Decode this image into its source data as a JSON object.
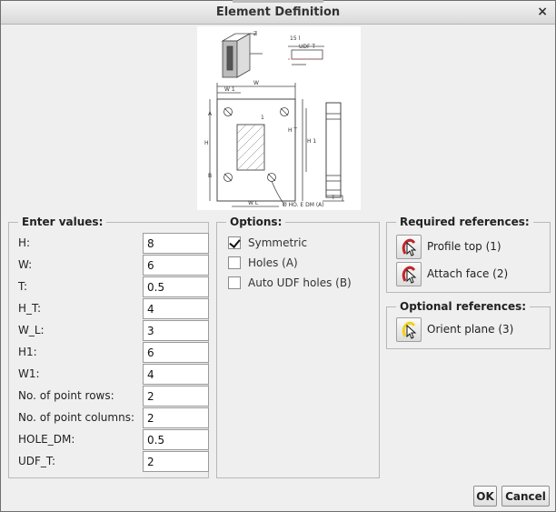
{
  "window": {
    "title": "Element Definition",
    "close_glyph": "×"
  },
  "enter_values": {
    "label": "Enter values:",
    "fields": [
      {
        "label": "H:",
        "value": "8"
      },
      {
        "label": "W:",
        "value": "6"
      },
      {
        "label": "T:",
        "value": "0.5"
      },
      {
        "label": "H_T:",
        "value": "4"
      },
      {
        "label": "W_L:",
        "value": "3"
      },
      {
        "label": "H1:",
        "value": "6"
      },
      {
        "label": "W1:",
        "value": "4"
      },
      {
        "label": "No. of point rows:",
        "value": "2"
      },
      {
        "label": "No. of point columns:",
        "value": "2"
      },
      {
        "label": "HOLE_DM:",
        "value": "0.5"
      },
      {
        "label": "UDF_T:",
        "value": "2"
      }
    ]
  },
  "options": {
    "label": "Options:",
    "items": [
      {
        "label": "Symmetric",
        "checked": true
      },
      {
        "label": "Holes (A)",
        "checked": false
      },
      {
        "label": "Auto UDF holes (B)",
        "checked": false
      }
    ]
  },
  "required_references": {
    "label": "Required references:",
    "items": [
      {
        "label": "Profile top (1)",
        "icon": "red-arrow-select-icon"
      },
      {
        "label": "Attach face (2)",
        "icon": "red-arrow-select-icon"
      }
    ]
  },
  "optional_references": {
    "label": "Optional references:",
    "items": [
      {
        "label": "Orient plane (3)",
        "icon": "yellow-arrow-select-icon"
      }
    ]
  },
  "drawing": {
    "labels": {
      "iso_dim": "Z",
      "side_top": "15 l",
      "side_udf": "UDF T",
      "width": "W",
      "w1": "W 1",
      "h1": "H 1",
      "height": "H",
      "hole_left": "A",
      "hole_left_bottom": "B",
      "center": "1",
      "w_l": "W L",
      "hole_note": "Ø HO. E DM (A)",
      "thickness": "T",
      "h_t": "H T"
    }
  },
  "buttons": {
    "ok": "OK",
    "cancel": "Cancel"
  },
  "colors": {
    "required_icon": "#c0262b",
    "optional_icon": "#f2d21a"
  }
}
